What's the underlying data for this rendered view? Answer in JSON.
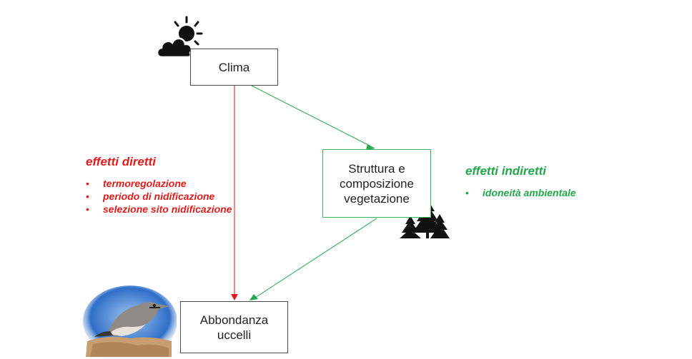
{
  "nodes": {
    "clima": {
      "label": "Clima"
    },
    "vegetazione": {
      "label": "Struttura e\ncomposizione\nvegetazione"
    },
    "abbondanza": {
      "label": "Abbondanza\nuccelli"
    }
  },
  "direct_effects": {
    "title": "effetti diretti",
    "items": [
      "termoregolazione",
      "periodo di nidificazione",
      "selezione sito nidificazione"
    ]
  },
  "indirect_effects": {
    "title": "effetti indiretti",
    "items": [
      "idoneità ambientale"
    ]
  },
  "colors": {
    "direct": "#e01b1b",
    "indirect": "#22a84a",
    "box_border": "#4a4a4a",
    "veg_border": "#3cb25a"
  },
  "icons": {
    "weather": "sun-cloud-icon",
    "trees": "pine-trees-icon",
    "bird": "bird-photo"
  }
}
